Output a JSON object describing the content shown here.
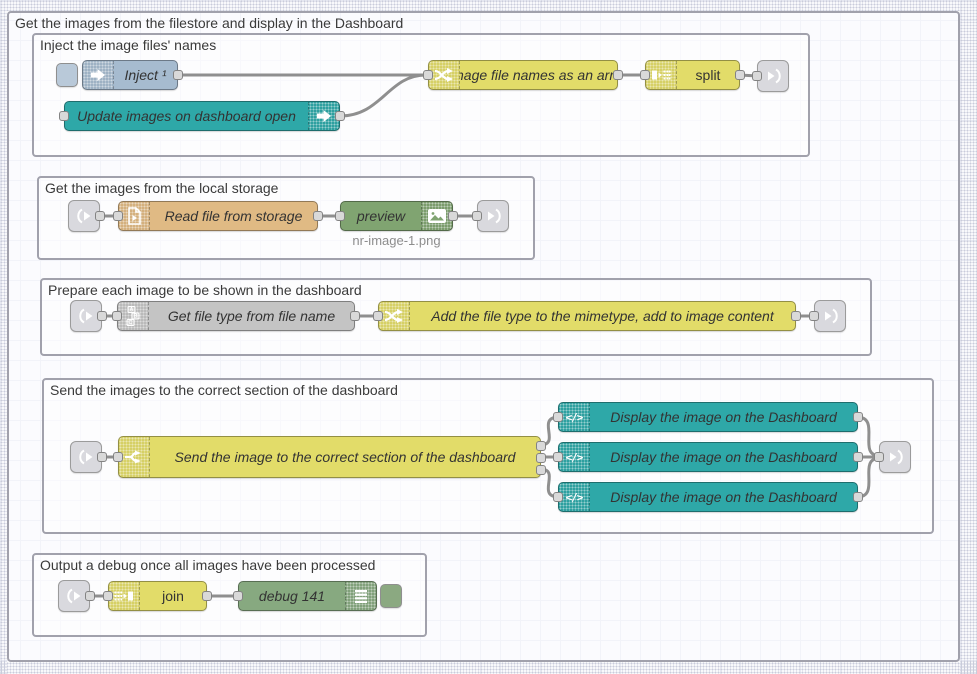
{
  "outer_group": {
    "label": "Get the images from the filestore and display in the Dashboard"
  },
  "groups": [
    {
      "label": "Inject the image files' names"
    },
    {
      "label": "Get the images from the local storage"
    },
    {
      "label": "Prepare each image to be shown in the dashboard"
    },
    {
      "label": "Send the images to the correct section of the dashboard"
    },
    {
      "label": "Output a debug once all images have been processed"
    }
  ],
  "nodes": {
    "inject": {
      "label": "Inject ¹",
      "type": "inject",
      "color": "#a6bbcf"
    },
    "uictl": {
      "label": "Update images on dashboard open",
      "type": "ui-control",
      "color": "#2ea8a8"
    },
    "change1": {
      "label": "Image file names as an array",
      "type": "change",
      "color": "#e2dc69"
    },
    "split": {
      "label": "split",
      "type": "split",
      "color": "#e2dc69"
    },
    "file": {
      "label": "Read file from storage",
      "type": "file-in",
      "color": "#e0ba84"
    },
    "preview": {
      "label": "preview",
      "type": "image-preview",
      "color": "#80a471",
      "status": "nr-image-1.png"
    },
    "string": {
      "label": "Get file type from file name",
      "type": "string",
      "color": "#c4c4c4"
    },
    "change2": {
      "label": "Add the file type to the mimetype, add to image content",
      "type": "change",
      "color": "#e2dc69"
    },
    "switch": {
      "label": "Send the image to the correct section of the dashboard",
      "type": "switch",
      "color": "#e2dc69"
    },
    "display1": {
      "label": "Display the image on the Dashboard",
      "type": "ui-template",
      "color": "#2ea8a8"
    },
    "display2": {
      "label": "Display the image on the Dashboard",
      "type": "ui-template",
      "color": "#2ea8a8"
    },
    "display3": {
      "label": "Display the image on the Dashboard",
      "type": "ui-template",
      "color": "#2ea8a8"
    },
    "join": {
      "label": "join",
      "type": "join",
      "color": "#e2dc69"
    },
    "debug": {
      "label": "debug 141",
      "type": "debug",
      "color": "#87a980"
    }
  },
  "colors": {
    "canvas_bg": "#fafafc",
    "grid_line": "#e7e9f2",
    "group_border": "#a1a1ac",
    "wire": "#8f8f8f",
    "link_node": "#d9d9de",
    "port": "#d9d9d9"
  }
}
